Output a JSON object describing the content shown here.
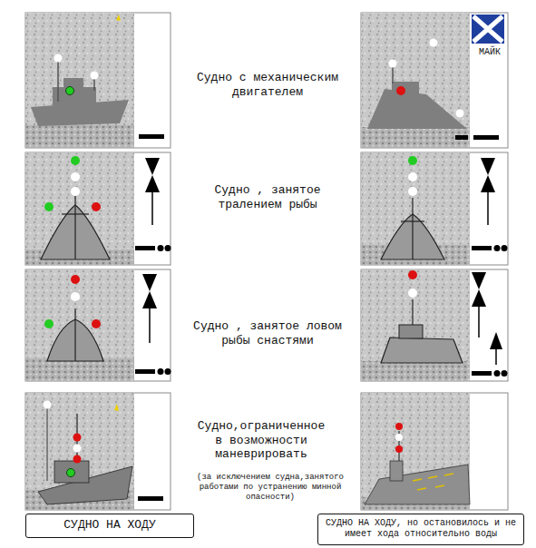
{
  "diagram": {
    "nodes": [
      {
        "text": [
          "СУДНО НА ХОДУ"
        ]
      },
      {
        "text": [
          "СУДНО НА ХОДУ, но остановилось и не имеет хода относительно воды"
        ]
      }
    ],
    "labels": [
      "Судно с механическим двигателем",
      "МАЙК",
      "Судно , занятое тралением рыбы",
      "Судно , занятое ловом рыбы снастями",
      "Судно,ограниченное в возможности маневрировать",
      "(за исключением судна,занятого работами по устранению минной опасности)"
    ]
  }
}
